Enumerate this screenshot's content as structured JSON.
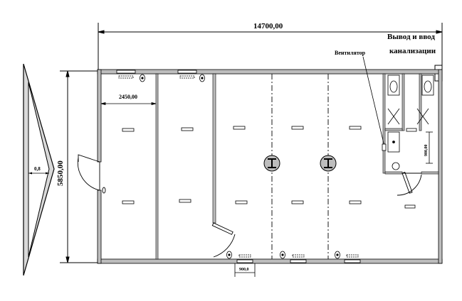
{
  "dimensions": {
    "total_length": "14700,00",
    "width": "5850,00",
    "room_width": "2450,00",
    "door_width": "900,0",
    "small_dim": "900,00",
    "triangle_dim": "0,8"
  },
  "labels": {
    "sewer_line1": "Вывод и ввод",
    "sewer_line2": "канализации",
    "ventilator": "Вентилятор"
  }
}
